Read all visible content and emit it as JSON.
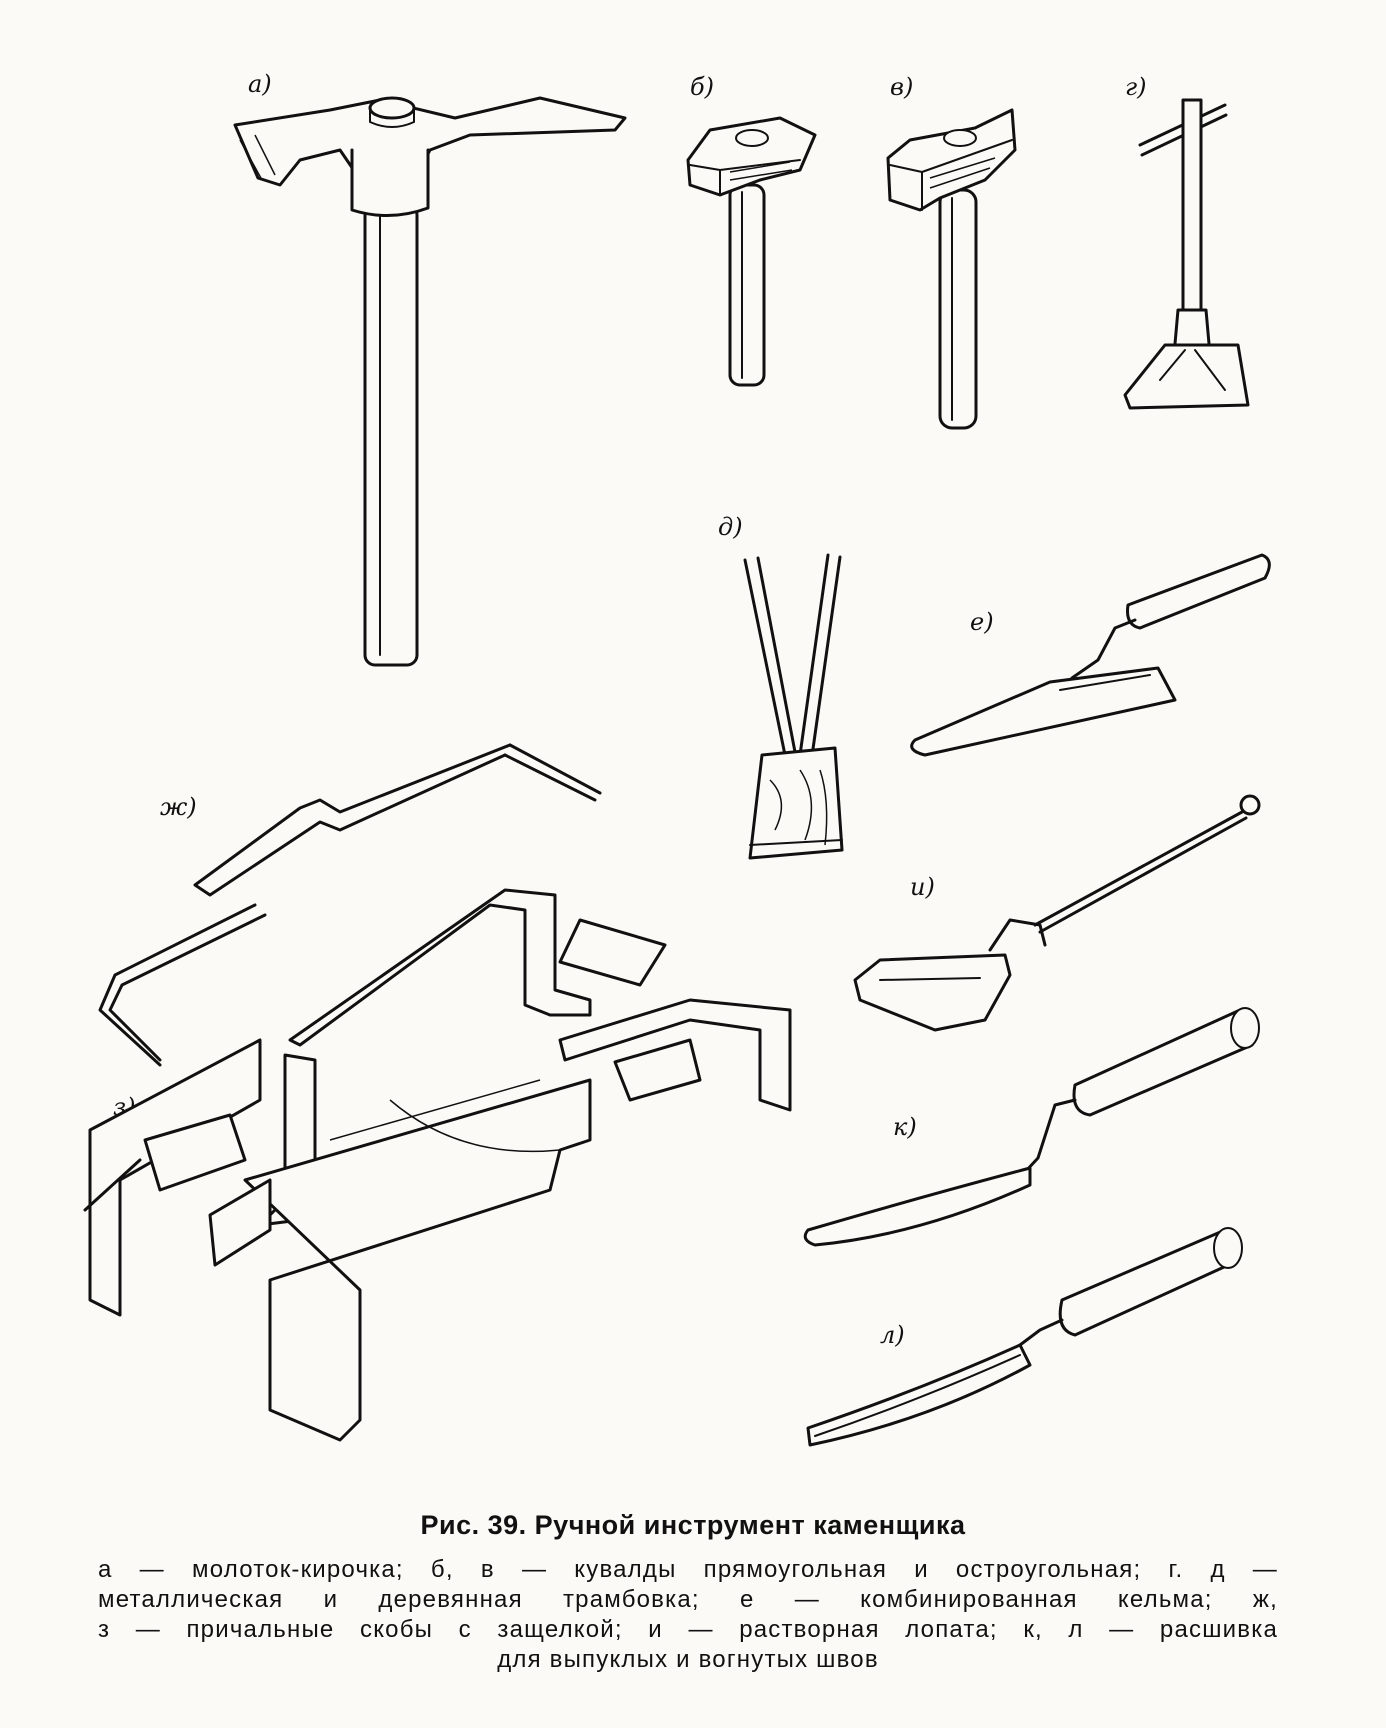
{
  "figure": {
    "labels": {
      "a": "а)",
      "b": "б)",
      "v": "в)",
      "g": "г)",
      "d": "д)",
      "e": "е)",
      "zh": "ж)",
      "z": "з)",
      "i": "и)",
      "k": "к)",
      "l": "л)"
    },
    "tools": [
      "hammer-pick-icon",
      "rectangular-sledgehammer-icon",
      "pointed-sledgehammer-icon",
      "metal-tamper-icon",
      "wooden-tamper-icon",
      "trowel-icon",
      "mooring-bracket-icon",
      "latch-bracket-icon",
      "mortar-shovel-icon",
      "convex-jointer-icon",
      "concave-jointer-icon"
    ]
  },
  "caption": {
    "title": "Рис. 39. Ручной инструмент каменщика",
    "legend_lines": [
      "а — молоток-кирочка; б, в — кувалды прямоугольная и остроугольная; г. д —",
      "металлическая и деревянная трамбовка; е — комбинированная кельма; ж,",
      "з — причальные скобы с защелкой; и — растворная лопата; к, л — расшивка",
      "для выпуклых и вогнутых швов"
    ]
  }
}
